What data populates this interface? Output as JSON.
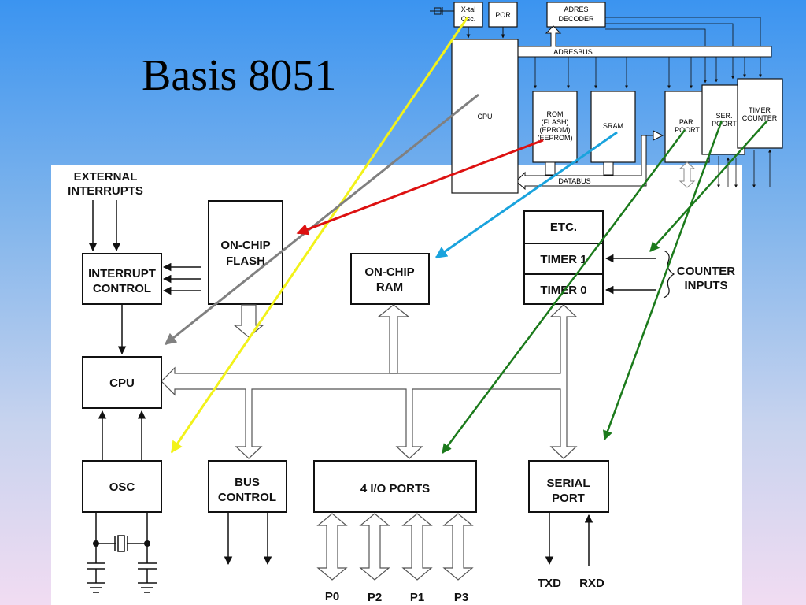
{
  "slide": {
    "title": "Basis 8051"
  },
  "block_diagram": {
    "external_interrupts": [
      "EXTERNAL",
      "INTERRUPTS"
    ],
    "interrupt_control": [
      "INTERRUPT",
      "CONTROL"
    ],
    "on_chip_flash": [
      "ON-CHIP",
      "FLASH"
    ],
    "on_chip_ram": [
      "ON-CHIP",
      "RAM"
    ],
    "etc": "ETC.",
    "timer1": "TIMER 1",
    "timer0": "TIMER 0",
    "counter_inputs": [
      "COUNTER",
      "INPUTS"
    ],
    "cpu": "CPU",
    "osc": "OSC",
    "bus_control": [
      "BUS",
      "CONTROL"
    ],
    "io_ports": "4 I/O PORTS",
    "serial_port": [
      "SERIAL",
      "PORT"
    ],
    "txd": "TXD",
    "rxd": "RXD",
    "ports": [
      "P0",
      "P2",
      "P1",
      "P3"
    ]
  },
  "system_diagram": {
    "xtal": [
      "X-tal",
      "Osc."
    ],
    "por": "POR",
    "adres_decoder": [
      "ADRES",
      "DECODER"
    ],
    "adresbus": "ADRESBUS",
    "cpu": "CPU",
    "rom": [
      "ROM",
      "(FLASH)",
      "(EPROM)",
      "(EEPROM)"
    ],
    "sram": "SRAM",
    "par_poort": [
      "PAR.",
      "POORT"
    ],
    "ser_poort": [
      "SER.",
      "POORT"
    ],
    "timer_counter": [
      "TIMER",
      "COUNTER"
    ],
    "databus": "DATABUS"
  },
  "colors": {
    "yellow": "#f2f21a",
    "gray": "#808080",
    "red": "#dd1111",
    "blue": "#1aa3dd",
    "green": "#1b7a1b"
  }
}
